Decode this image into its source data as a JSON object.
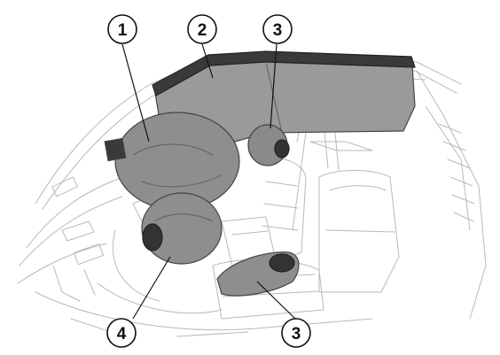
{
  "figure": {
    "callouts": [
      {
        "id": "c1",
        "label": "1"
      },
      {
        "id": "c2",
        "label": "2"
      },
      {
        "id": "c3a",
        "label": "3"
      },
      {
        "id": "c3b",
        "label": "3"
      },
      {
        "id": "c4",
        "label": "4"
      }
    ]
  }
}
